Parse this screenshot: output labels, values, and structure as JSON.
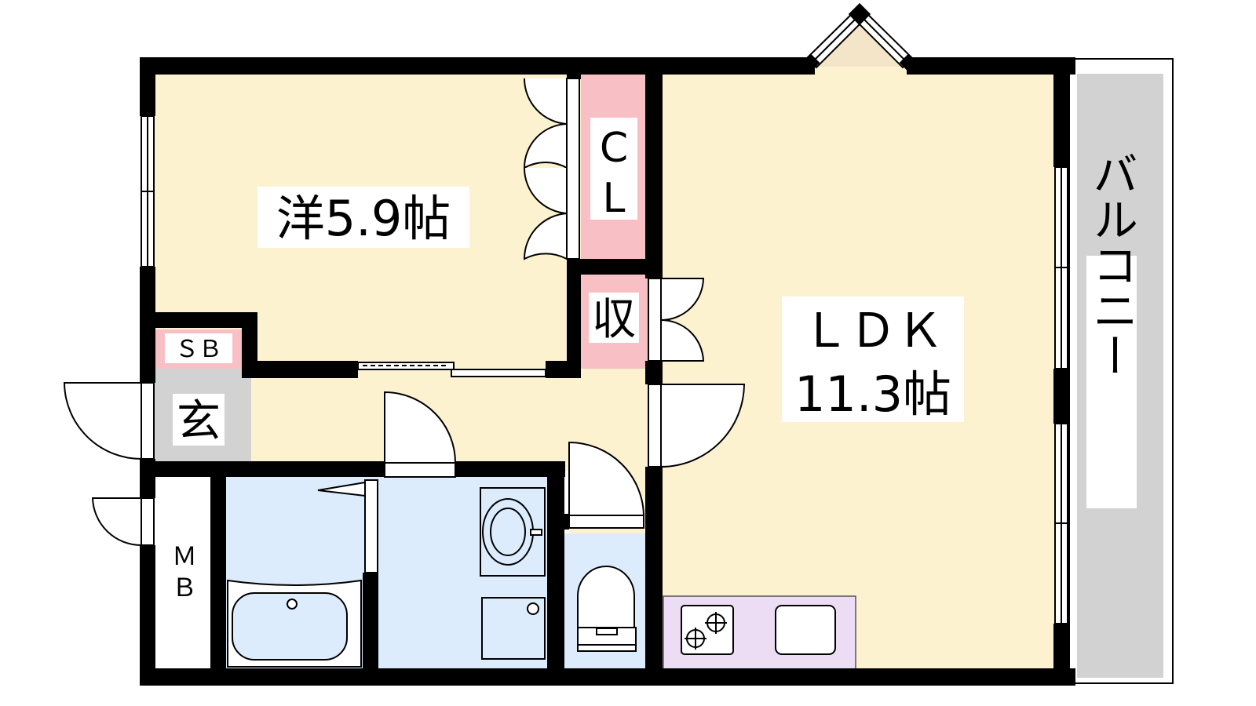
{
  "rooms": {
    "western": {
      "name": "洋5.9帖"
    },
    "closet": {
      "line1": "C",
      "line2": "L"
    },
    "storage": {
      "name": "収"
    },
    "shoe_box": {
      "name": "ＳＢ"
    },
    "entrance": {
      "name": "玄"
    },
    "meter_box": {
      "line1": "Ｍ",
      "line2": "Ｂ"
    },
    "ldk": {
      "line1": "ＬＤＫ",
      "line2": "11.3帖"
    },
    "balcony": {
      "name": "バルコニー"
    }
  },
  "colors": {
    "wall": "#000000",
    "floor": "#fdf2d0",
    "closet": "#f8c0c4",
    "bath": "#dcecfc",
    "kitchen": "#ecdcf4",
    "entrance": "#d2d2d2",
    "balcony": "#d2d2d2",
    "bay_window": "#f4e4c8",
    "label_bg": "#ffffff"
  }
}
